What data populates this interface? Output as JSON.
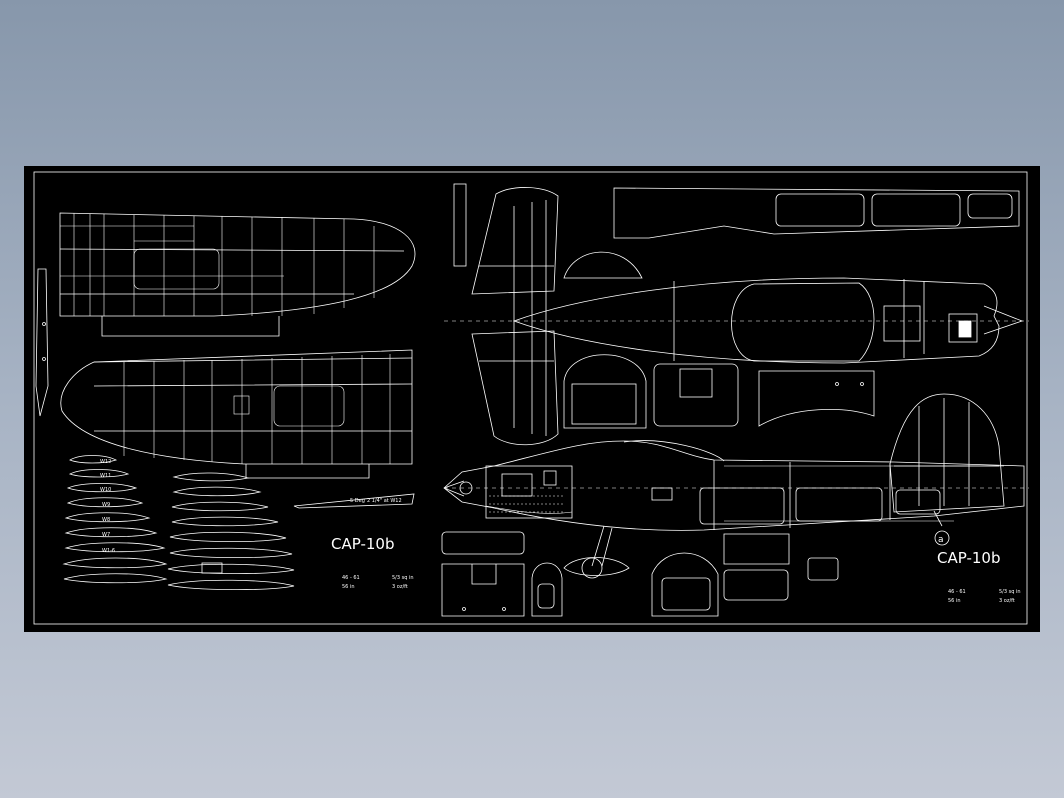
{
  "drawing": {
    "title_left": "CAP-10b",
    "title_right": "CAP-10b",
    "block_left": [
      "46 - 61",
      "5/3 sq in",
      "56 in",
      "3 oz/ft"
    ],
    "block_right": [
      "46 - 61",
      "5/3 sq in",
      "56 in",
      "3 oz/ft"
    ],
    "rib_labels": [
      "W12",
      "W11",
      "W10",
      "W9",
      "W8",
      "W7",
      "W1-6"
    ],
    "dihedral_note": "5 Deg",
    "dihedral_note_2": "2 1/4\" at W12",
    "wheel_mark": "a"
  },
  "colors": {
    "background": "#000000",
    "lines": "#ffffff",
    "frame": "#ffffff"
  }
}
